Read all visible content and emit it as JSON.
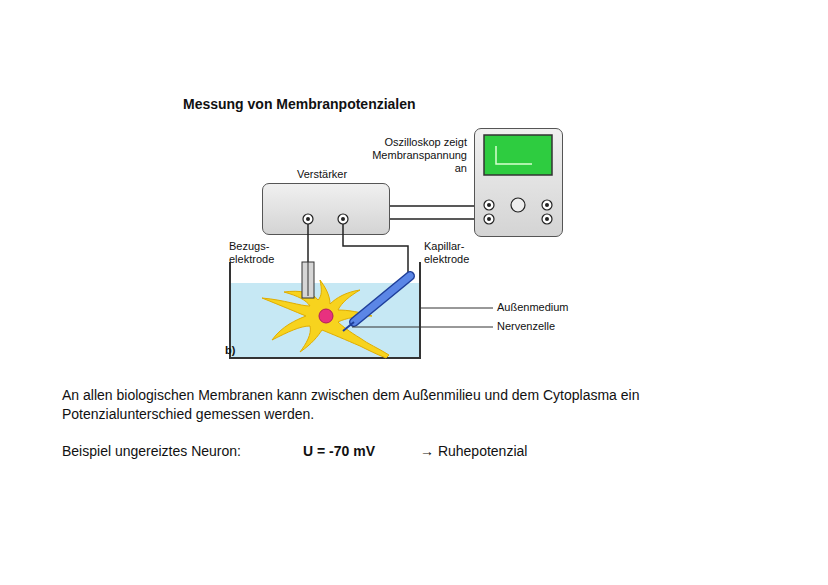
{
  "diagram": {
    "title": "Messung von Membranpotenzialen",
    "nodes": [
      {
        "text": [
          "Verstärker"
        ]
      },
      {
        "text": [
          "Oszilloskop zeigt Membranspannung an"
        ]
      }
    ],
    "edges": [
      {
        "from": 0,
        "to": 1,
        "arrow": "none"
      },
      {
        "from": 0,
        "to": 1,
        "arrow": "none"
      }
    ],
    "labels": [
      "Bezugs- elektrode",
      "Kapillar- elektrode",
      "Außenmedium",
      "Nervenzelle",
      "b)",
      "An allen biologischen Membranen kann zwischen dem Außenmilieu und dem Cytoplasma ein Potenzialunterschied gemessen werden.",
      "Beispiel ungereiztes Neuron:",
      "U = -70 mV",
      "→ Ruhepotenzial"
    ]
  }
}
